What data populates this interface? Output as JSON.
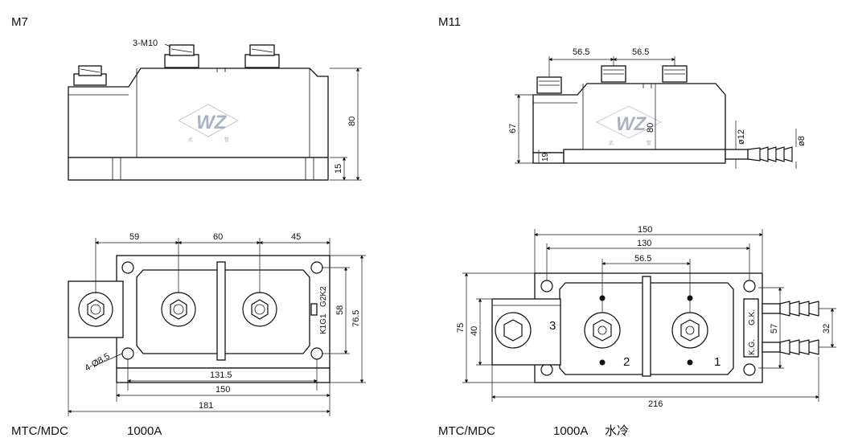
{
  "left": {
    "model": "M7",
    "bolt_label": "3-M10",
    "side_dims": {
      "height": "80",
      "base": "15"
    },
    "top_dims": {
      "a": "59",
      "b": "60",
      "c": "45",
      "inner": "131.5",
      "mid": "150",
      "total": "181",
      "h1": "58",
      "h2": "76.5",
      "holes": "4-Ø8.5"
    },
    "gate_labels": {
      "upper": "G2K2",
      "lower": "K1G1"
    },
    "caption": {
      "type": "MTC/MDC",
      "rating": "1000A"
    }
  },
  "right": {
    "model": "M11",
    "side_dims": {
      "left_spacing": "56.5",
      "right_spacing": "56.5",
      "height": "67",
      "inner_height": "80",
      "base": "19",
      "pipe_outer": "ø12",
      "pipe_inner": "ø8"
    },
    "top_dims": {
      "total_top": "150",
      "holes": "130",
      "spacing": "56.5",
      "total": "216",
      "h1": "75",
      "h2": "40",
      "w1": "57",
      "w2": "32"
    },
    "terminal_labels": {
      "t1": "1",
      "t2": "2",
      "t3": "3"
    },
    "gate_labels": {
      "upper": "G.K.",
      "lower": "K.G."
    },
    "caption": {
      "type": "MTC/MDC",
      "rating": "1000A",
      "note": "水冷"
    }
  },
  "logo": {
    "letters": "WZ",
    "sub_left": "武",
    "sub_right": "整"
  }
}
